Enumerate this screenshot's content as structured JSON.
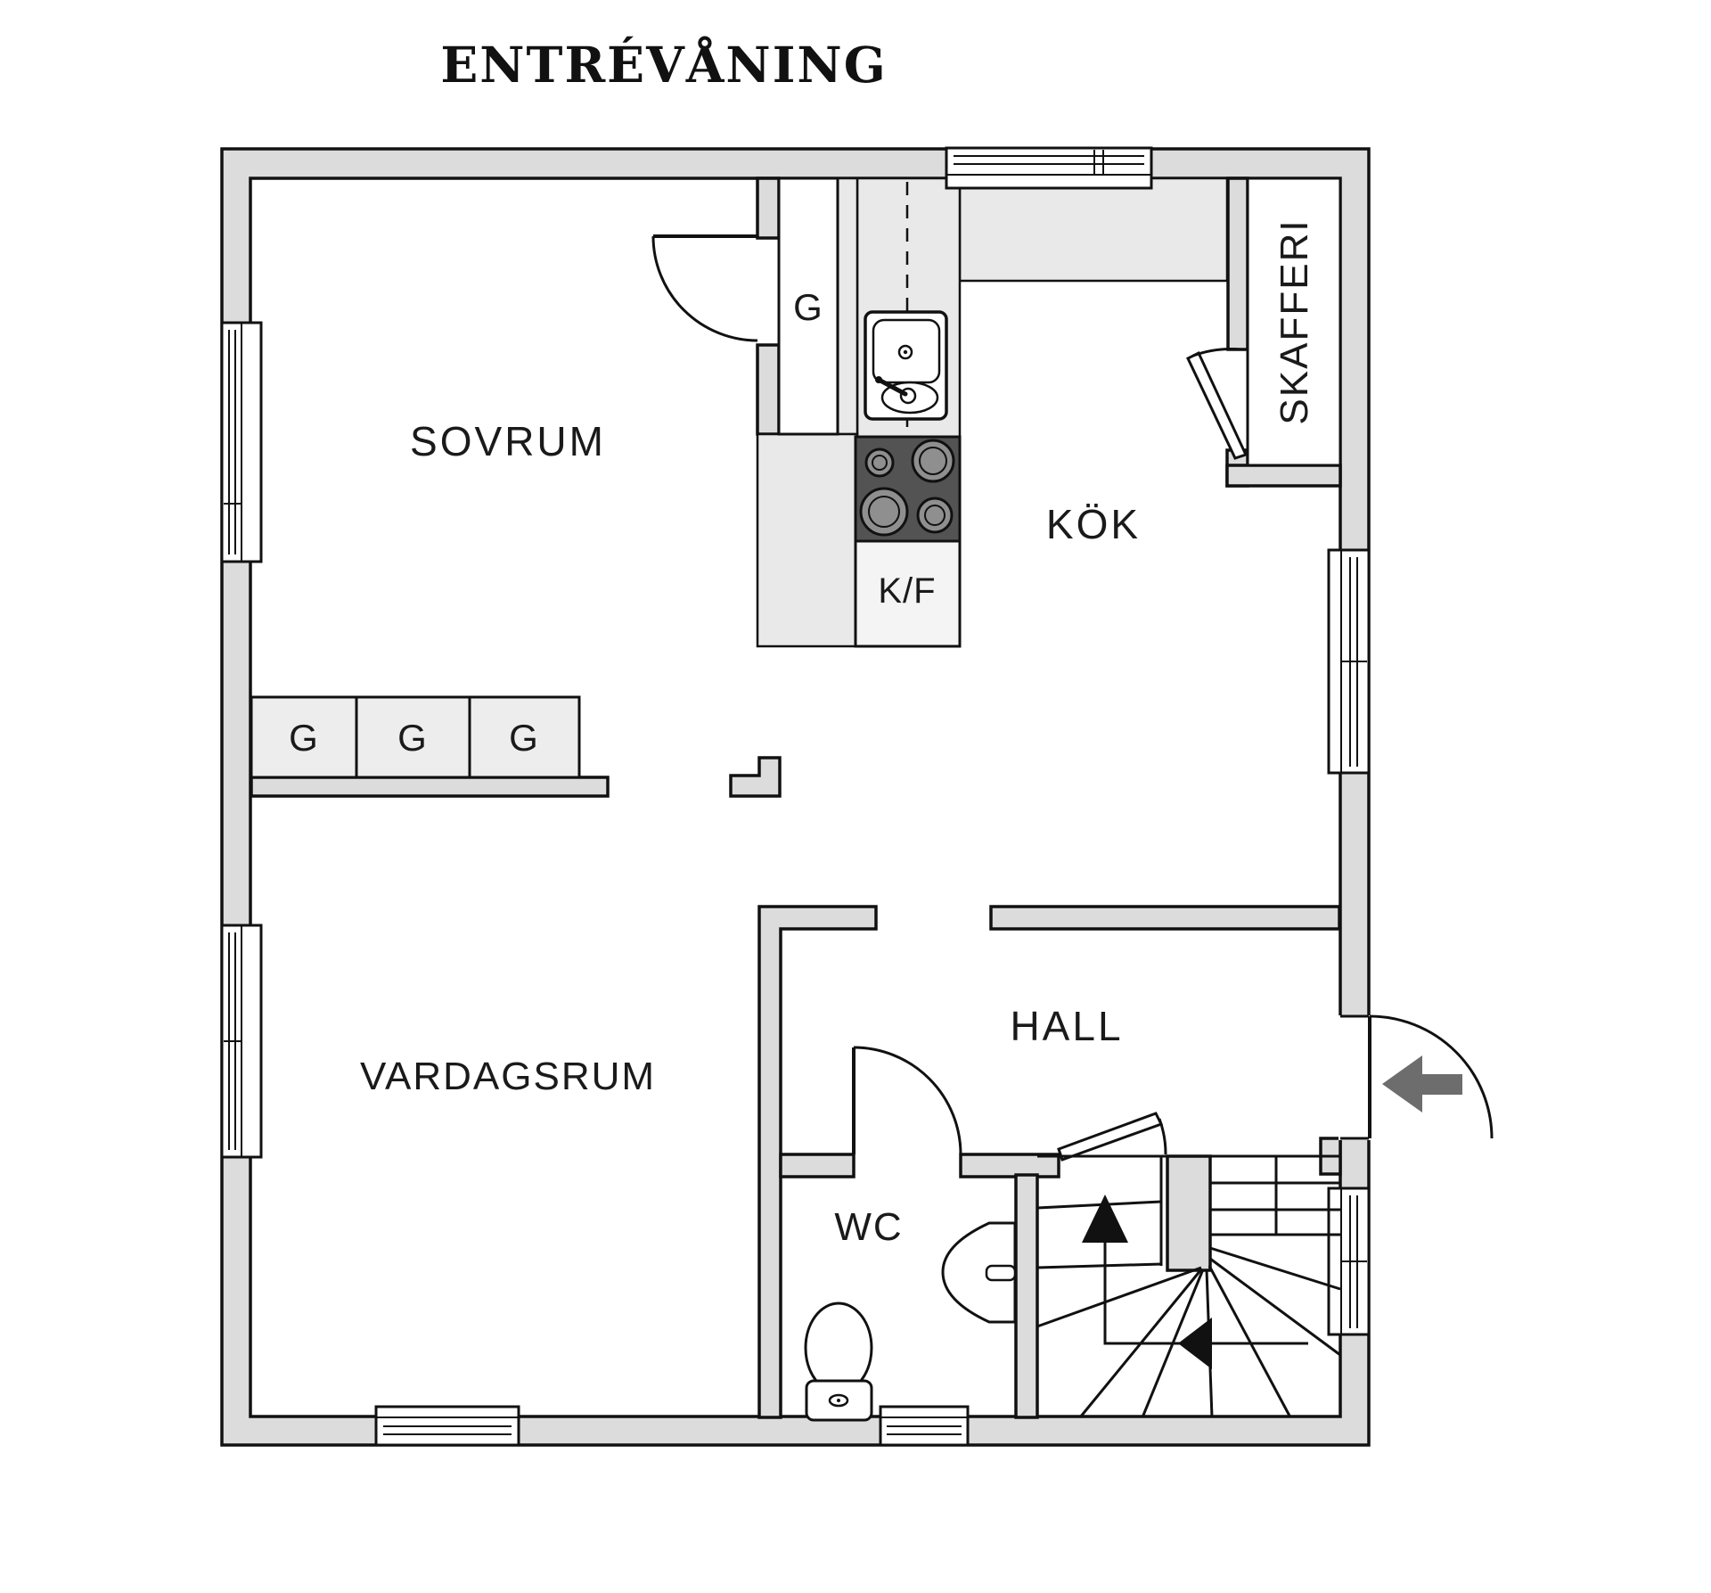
{
  "title": "ENTRÉVÅNING",
  "floor_plan": {
    "rooms": [
      {
        "id": "sovrum",
        "label": "SOVRUM"
      },
      {
        "id": "kok",
        "label": "KÖK"
      },
      {
        "id": "skafferi",
        "label": "SKAFFERI"
      },
      {
        "id": "vardagsrum",
        "label": "VARDAGSRUM"
      },
      {
        "id": "hall",
        "label": "HALL"
      },
      {
        "id": "wc",
        "label": "WC"
      }
    ],
    "fixtures": {
      "wardrobe_label": "G",
      "wardrobe_count": 4,
      "fridge_freezer_label": "K/F"
    },
    "icons": [
      "kitchen-sink-icon",
      "stove-icon",
      "toilet-icon",
      "washbasin-icon",
      "staircase",
      "stair-direction-arrow",
      "entry-arrow-icon",
      "door-swing-arc",
      "window-symbol"
    ],
    "colors": {
      "background": "#ffffff",
      "wall_fill": "#dcdcdc",
      "counter_fill": "#e9e9e9",
      "cabinet_fill": "#ededed",
      "appliance_fill": "#f4f4f4",
      "stove_fill": "#535353",
      "burner_fill": "#8f8f8f",
      "line": "#111111",
      "entry_arrow": "#6d6d6d",
      "text": "#1a1a1a"
    }
  }
}
